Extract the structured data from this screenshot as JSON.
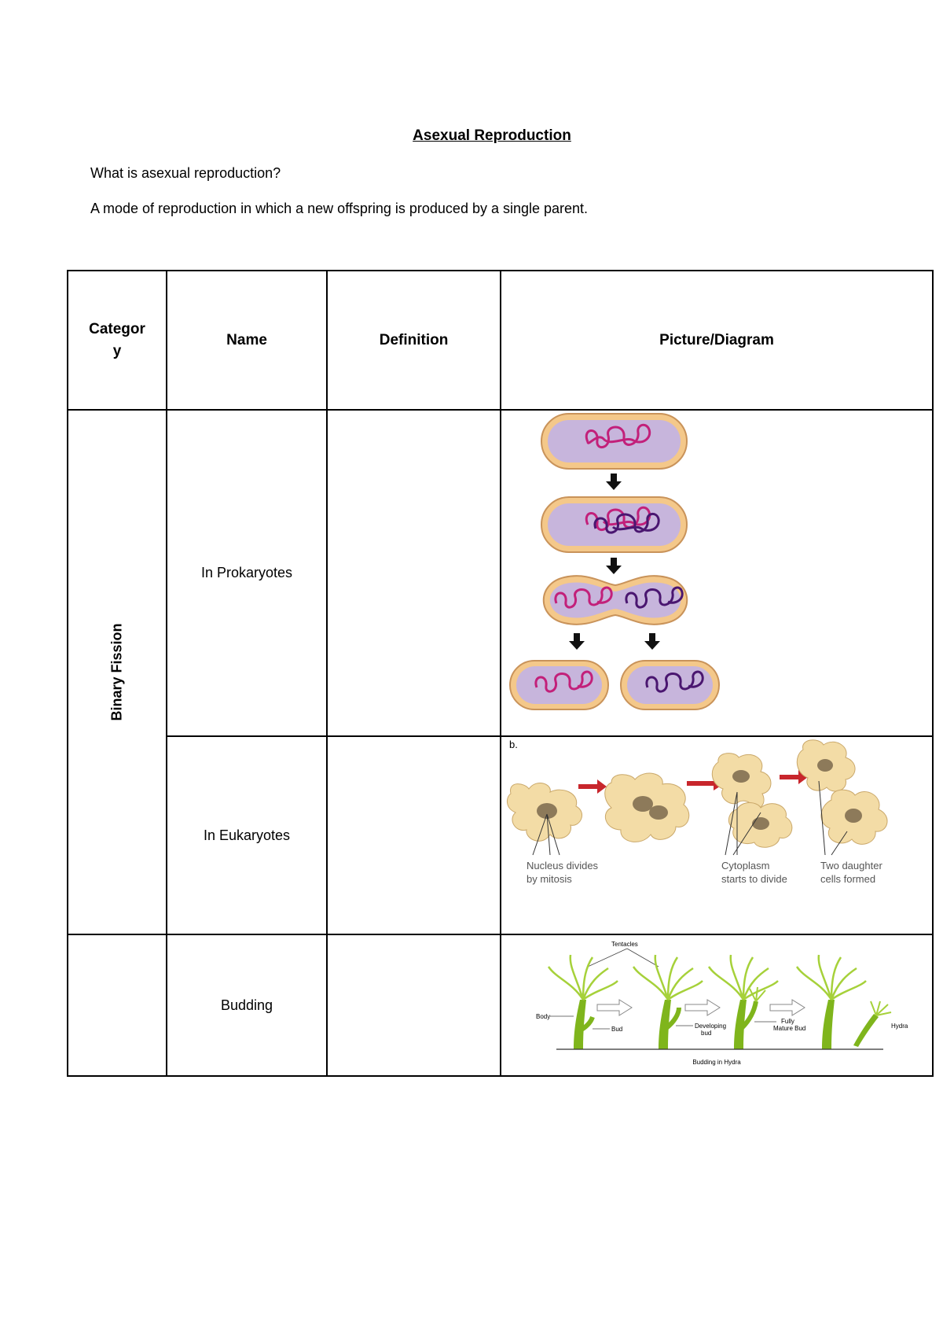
{
  "document": {
    "title": "Asexual Reproduction",
    "question": "What is asexual reproduction?",
    "answer": "A mode of reproduction in which a new offspring is produced by a single parent."
  },
  "table": {
    "headers": {
      "category": "Categor y",
      "name": "Name",
      "definition": "Definition",
      "picture": "Picture/Diagram"
    },
    "rows": [
      {
        "category": "Binary Fission",
        "name": "In Prokaryotes",
        "definition": ""
      },
      {
        "name": "In Eukaryotes",
        "definition": ""
      },
      {
        "category": "",
        "name": "Budding",
        "definition": ""
      }
    ]
  },
  "eukaryote_diagram": {
    "label": "b.",
    "captions": {
      "nucleus_line1": "Nucleus divides",
      "nucleus_line2": "by mitosis",
      "cytoplasm_line1": "Cytoplasm",
      "cytoplasm_line2": "starts to divide",
      "daughter_line1": "Two daughter",
      "daughter_line2": "cells formed"
    }
  },
  "budding_diagram": {
    "labels": {
      "tentacles": "Tentacles",
      "body": "Body",
      "bud": "Bud",
      "developing_bud_line1": "Developing",
      "developing_bud_line2": "bud",
      "fully_bud_line1": "Fully",
      "fully_bud_line2": "Mature Bud",
      "hydra": "Hydra"
    },
    "caption": "Budding in Hydra"
  },
  "colors": {
    "cell_wall": "#f4c88a",
    "cell_wall_edge": "#c9935a",
    "cytoplasm": "#c7b5dc",
    "dna_pink": "#c2207a",
    "dna_purple": "#4a1670",
    "amoeba": "#f3dca6",
    "arrow_red": "#c8262c",
    "hydra_green": "#7fb51c"
  }
}
